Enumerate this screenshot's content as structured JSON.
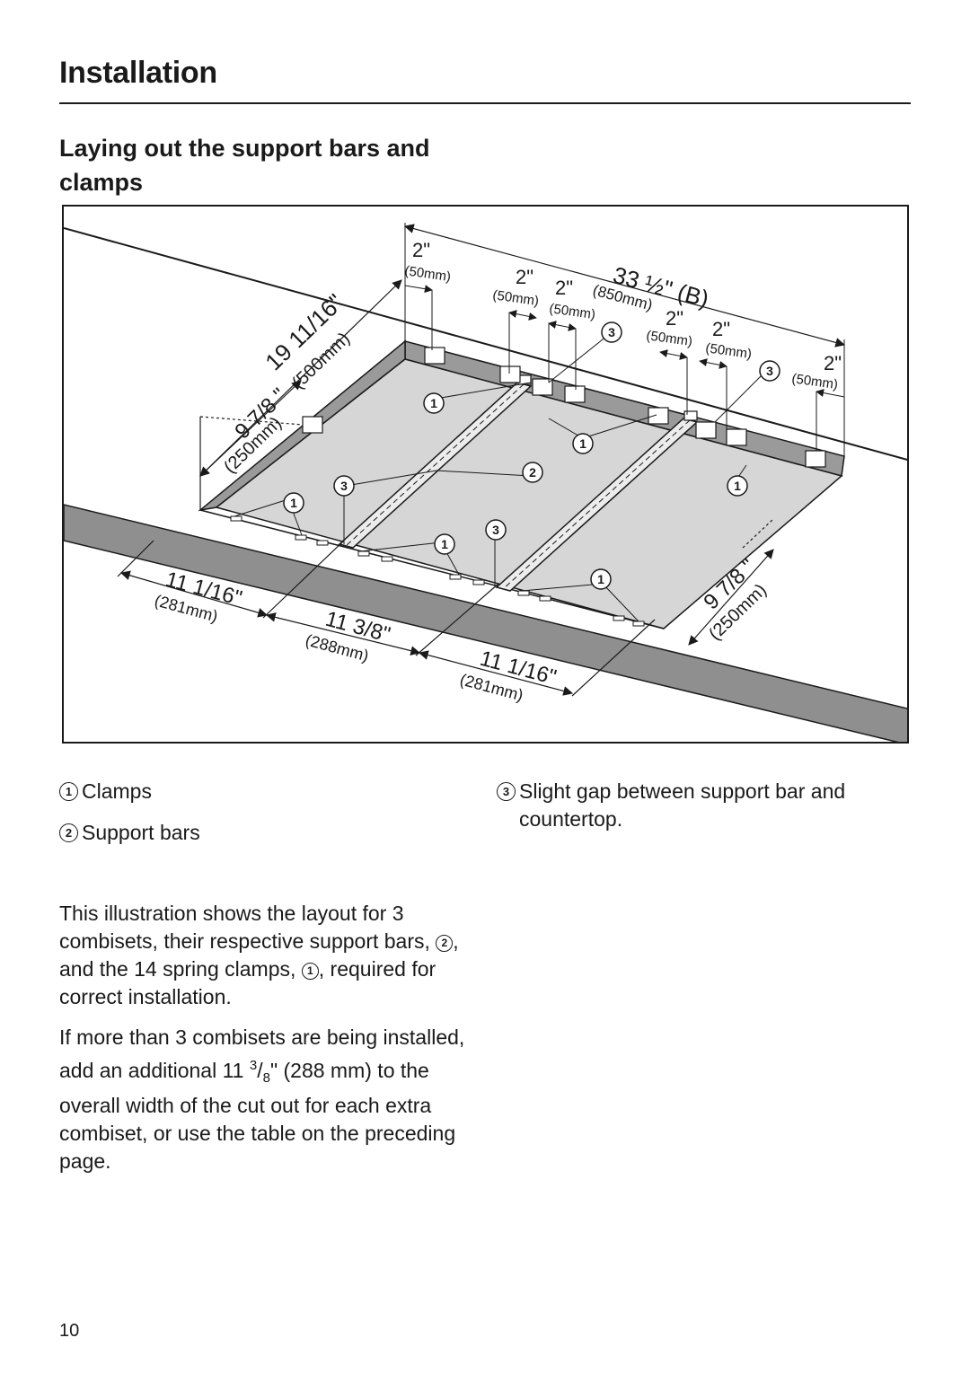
{
  "header": {
    "title": "Installation"
  },
  "section": {
    "heading": "Laying out the support bars and clamps"
  },
  "figure": {
    "callouts": {
      "clamp": "1",
      "support_bar": "2",
      "gap": "3"
    },
    "dimensions": {
      "width_total_in": "33 ½\" (B)",
      "width_total_mm": "(850mm)",
      "clamp_offset_in": "2\"",
      "clamp_offset_mm": "(50mm)",
      "depth_total_in": "19 11/16\"",
      "depth_total_mm": "(500mm)",
      "clamp_depth_in": "9 7/8 \"",
      "clamp_depth_mm": "(250mm)",
      "segment_outer_in": "11 1/16\"",
      "segment_outer_mm": "(281mm)",
      "segment_middle_in": "11 3/8\"",
      "segment_middle_mm": "(288mm)"
    }
  },
  "legend": {
    "items": [
      {
        "num": "1",
        "label": "Clamps"
      },
      {
        "num": "2",
        "label": "Support bars"
      },
      {
        "num": "3",
        "label": "Slight gap between support bar and countertop."
      }
    ]
  },
  "body": {
    "paragraph1": {
      "part_a": "This illustration shows the layout for 3 combisets, their respective support bars, ",
      "num_a": "2",
      "part_b": ", and the 14 spring clamps, ",
      "num_b": "1",
      "part_c": ", required for correct installation."
    },
    "paragraph2": {
      "part_a": "If more than 3 combisets are being installed, add an additional 11 ",
      "frac_num": "3",
      "frac_sep": "/",
      "frac_den": "8",
      "part_b": "\" (288 mm) to the overall width of the cut out for each extra combiset, or use the table on the preceding page."
    }
  },
  "footer": {
    "page_number": "10"
  }
}
